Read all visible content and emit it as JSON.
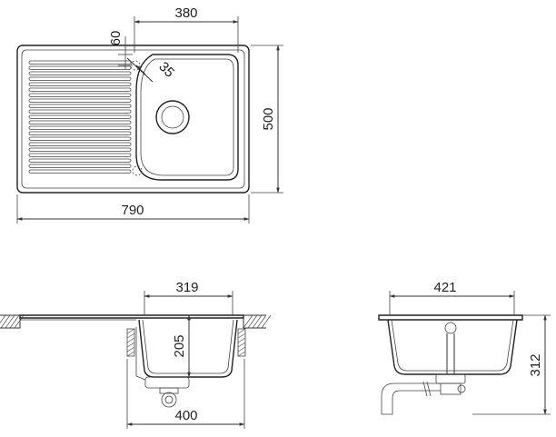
{
  "top_view": {
    "dim_bowl_width": "380",
    "dim_corner_offset": "60",
    "dim_corner_radius": "35",
    "dim_height": "500",
    "dim_total_width": "790"
  },
  "front_view": {
    "dim_bowl_width": "319",
    "dim_depth": "205",
    "dim_cabinet": "400"
  },
  "side_view": {
    "dim_bowl_width": "421",
    "dim_total_depth": "312"
  }
}
